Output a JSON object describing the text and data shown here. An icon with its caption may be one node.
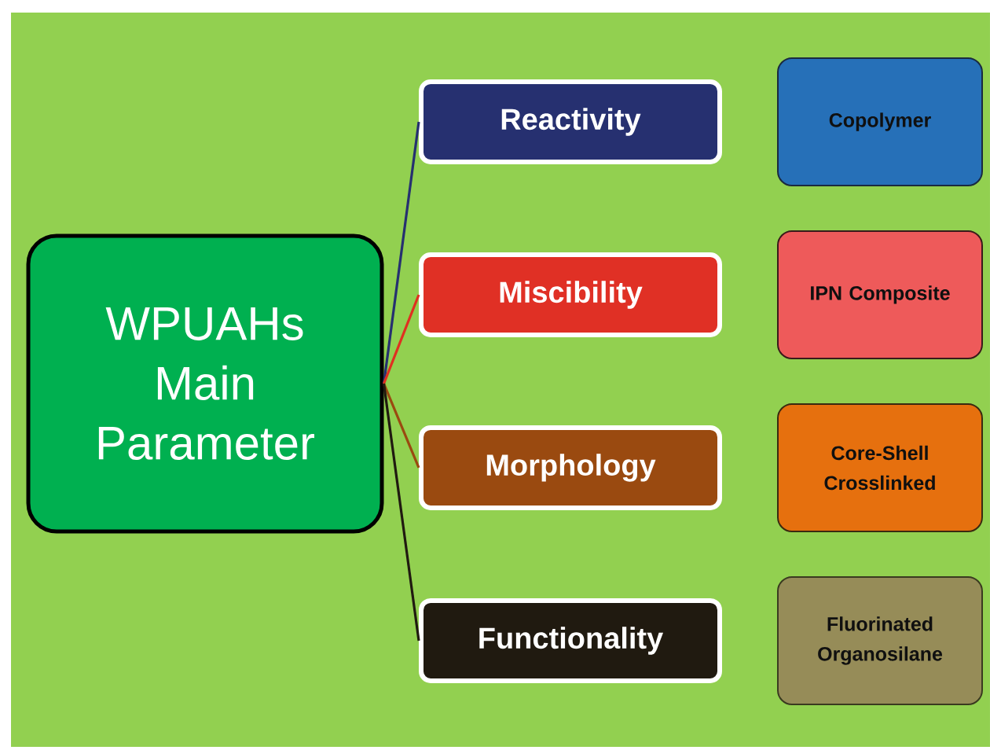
{
  "diagram": {
    "nodes": [
      {
        "text": [
          "WPUAHs Main Parameter"
        ]
      },
      {
        "text": [
          "Reactivity"
        ]
      },
      {
        "text": [
          "Miscibility"
        ]
      },
      {
        "text": [
          "Morphology"
        ]
      },
      {
        "text": [
          "Functionality"
        ]
      },
      {
        "text": [
          "Copolymer"
        ]
      },
      {
        "text": [
          "IPN Composite"
        ]
      },
      {
        "text": [
          "Core-Shell Crosslinked"
        ]
      },
      {
        "text": [
          "Fluorinated Organosilane"
        ]
      }
    ],
    "edges": [
      {
        "from": 0,
        "to": 1,
        "arrow": "none",
        "color": "#263070"
      },
      {
        "from": 0,
        "to": 2,
        "arrow": "none",
        "color": "#e03020"
      },
      {
        "from": 0,
        "to": 3,
        "arrow": "none",
        "color": "#9a4a10"
      },
      {
        "from": 0,
        "to": 4,
        "arrow": "none",
        "color": "#201a10"
      }
    ]
  }
}
